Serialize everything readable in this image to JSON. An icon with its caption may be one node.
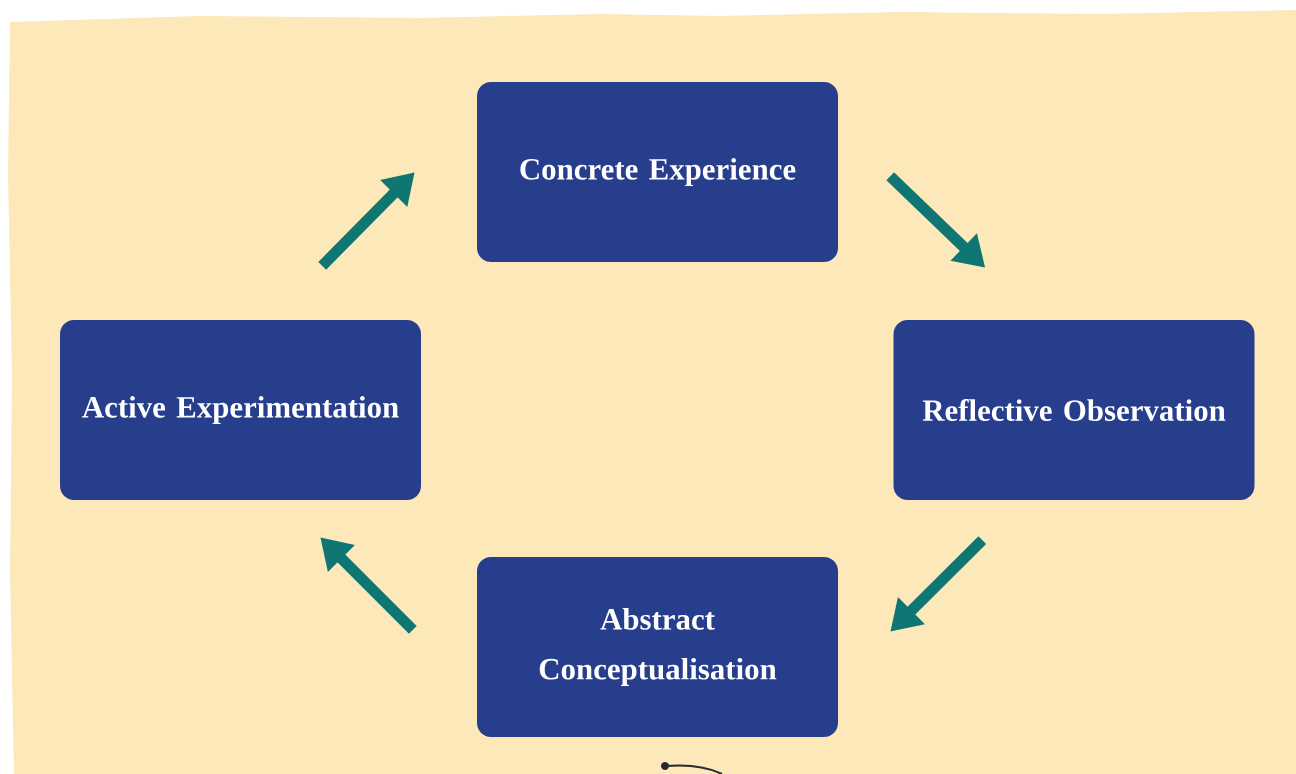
{
  "diagram": {
    "nodes": [
      {
        "text": [
          "Concrete Experience"
        ]
      },
      {
        "text": [
          "Active Experimentation"
        ]
      },
      {
        "text": [
          "Reflective Observation"
        ]
      },
      {
        "text": [
          "Abstract Conceptualisation"
        ]
      }
    ],
    "edges": [
      {
        "from": 0,
        "to": 2,
        "arrow": "to"
      },
      {
        "from": 2,
        "to": 3,
        "arrow": "to"
      },
      {
        "from": 3,
        "to": 1,
        "arrow": "to"
      },
      {
        "from": 1,
        "to": 0,
        "arrow": "to"
      }
    ]
  }
}
